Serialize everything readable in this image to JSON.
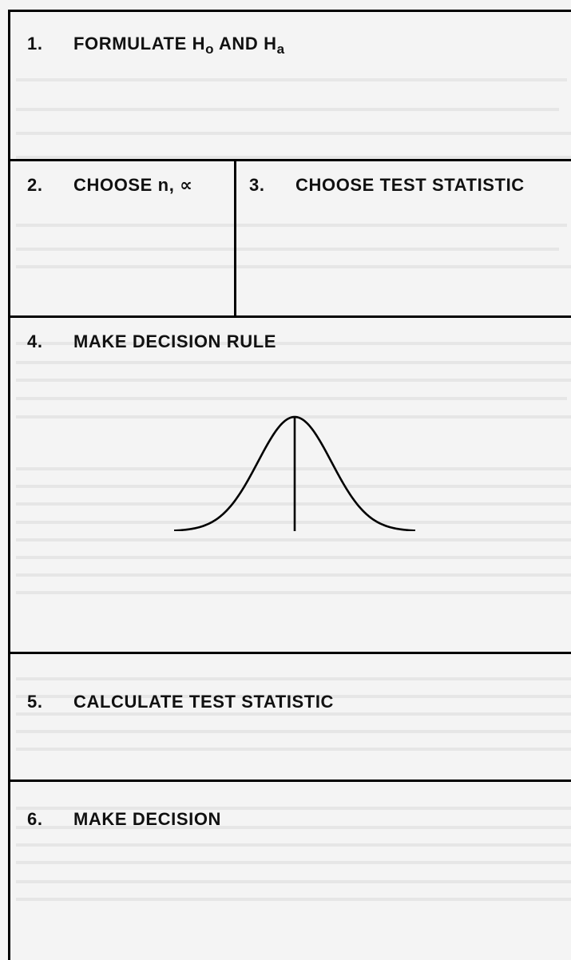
{
  "sections": [
    {
      "number": "1.",
      "title_prefix": "FORMULATE H",
      "sub1": "o",
      "mid": " AND H",
      "sub2": "a"
    },
    {
      "number": "2.",
      "title": "CHOOSE n, ∝"
    },
    {
      "number": "3.",
      "title": "CHOOSE TEST STATISTIC"
    },
    {
      "number": "4.",
      "title": "MAKE DECISION RULE"
    },
    {
      "number": "5.",
      "title": "CALCULATE TEST STATISTIC"
    },
    {
      "number": "6.",
      "title": "MAKE DECISION"
    }
  ],
  "figure": {
    "type": "normal-distribution-curve",
    "stroke_color": "#000000"
  },
  "colors": {
    "background": "#f4f4f4",
    "border": "#000000",
    "text": "#111111",
    "faint_typewriter": "#d6d6d6"
  }
}
